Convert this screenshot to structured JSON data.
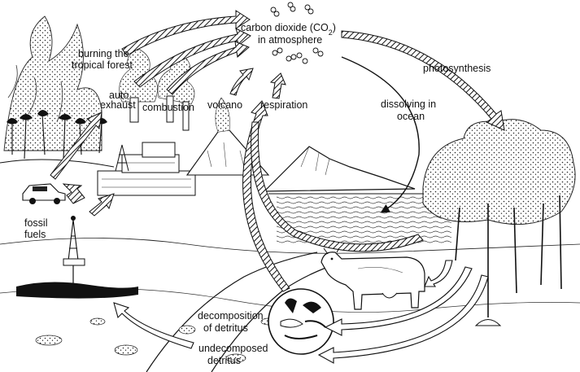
{
  "labels": {
    "co2_line1": "carbon dioxide (CO",
    "co2_sub": "2",
    "co2_close": ")",
    "co2_line2": "in atmosphere",
    "burning_line1": "burning the",
    "burning_line2": "tropical forest",
    "auto_line1": "auto",
    "auto_line2": "exhaust",
    "combustion": "combustion",
    "volcano": "volcano",
    "respiration": "respiration",
    "photosynthesis": "photosynthesis",
    "dissolving_line1": "dissolving in",
    "dissolving_line2": "ocean",
    "fossil_line1": "fossil",
    "fossil_line2": "fuels",
    "decomposition_line1": "decomposition",
    "decomposition_line2": "of detritus",
    "undecomposed_line1": "undecomposed",
    "undecomposed_line2": "detritus"
  }
}
